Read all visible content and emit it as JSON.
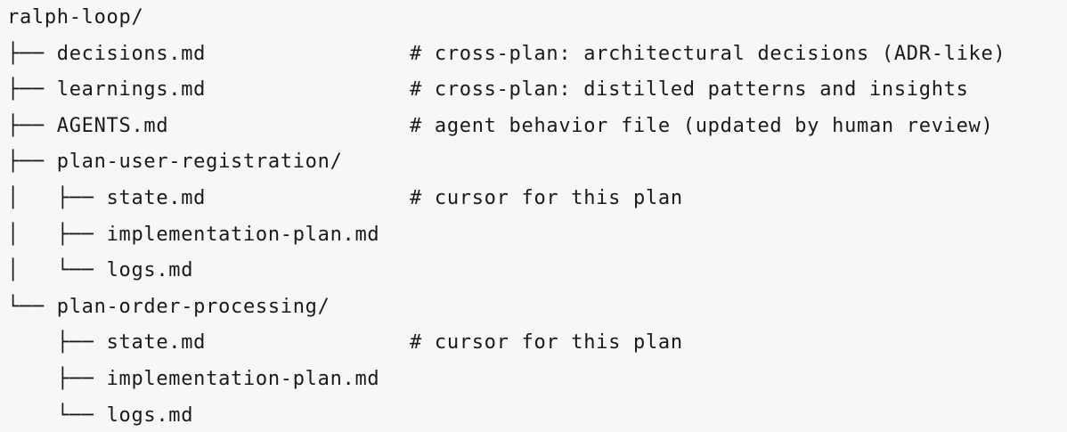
{
  "tree": {
    "lines": [
      {
        "prefix": "",
        "name": "ralph-loop/",
        "comment": ""
      },
      {
        "prefix": "├── ",
        "name": "decisions.md",
        "comment": "# cross-plan: architectural decisions (ADR-like)"
      },
      {
        "prefix": "├── ",
        "name": "learnings.md",
        "comment": "# cross-plan: distilled patterns and insights"
      },
      {
        "prefix": "├── ",
        "name": "AGENTS.md",
        "comment": "# agent behavior file (updated by human review)"
      },
      {
        "prefix": "├── ",
        "name": "plan-user-registration/",
        "comment": ""
      },
      {
        "prefix": "│   ├── ",
        "name": "state.md",
        "comment": "# cursor for this plan"
      },
      {
        "prefix": "│   ├── ",
        "name": "implementation-plan.md",
        "comment": ""
      },
      {
        "prefix": "│   └── ",
        "name": "logs.md",
        "comment": ""
      },
      {
        "prefix": "└── ",
        "name": "plan-order-processing/",
        "comment": ""
      },
      {
        "prefix": "    ├── ",
        "name": "state.md",
        "comment": "# cursor for this plan"
      },
      {
        "prefix": "    ├── ",
        "name": "implementation-plan.md",
        "comment": ""
      },
      {
        "prefix": "    └── ",
        "name": "logs.md",
        "comment": ""
      }
    ]
  }
}
